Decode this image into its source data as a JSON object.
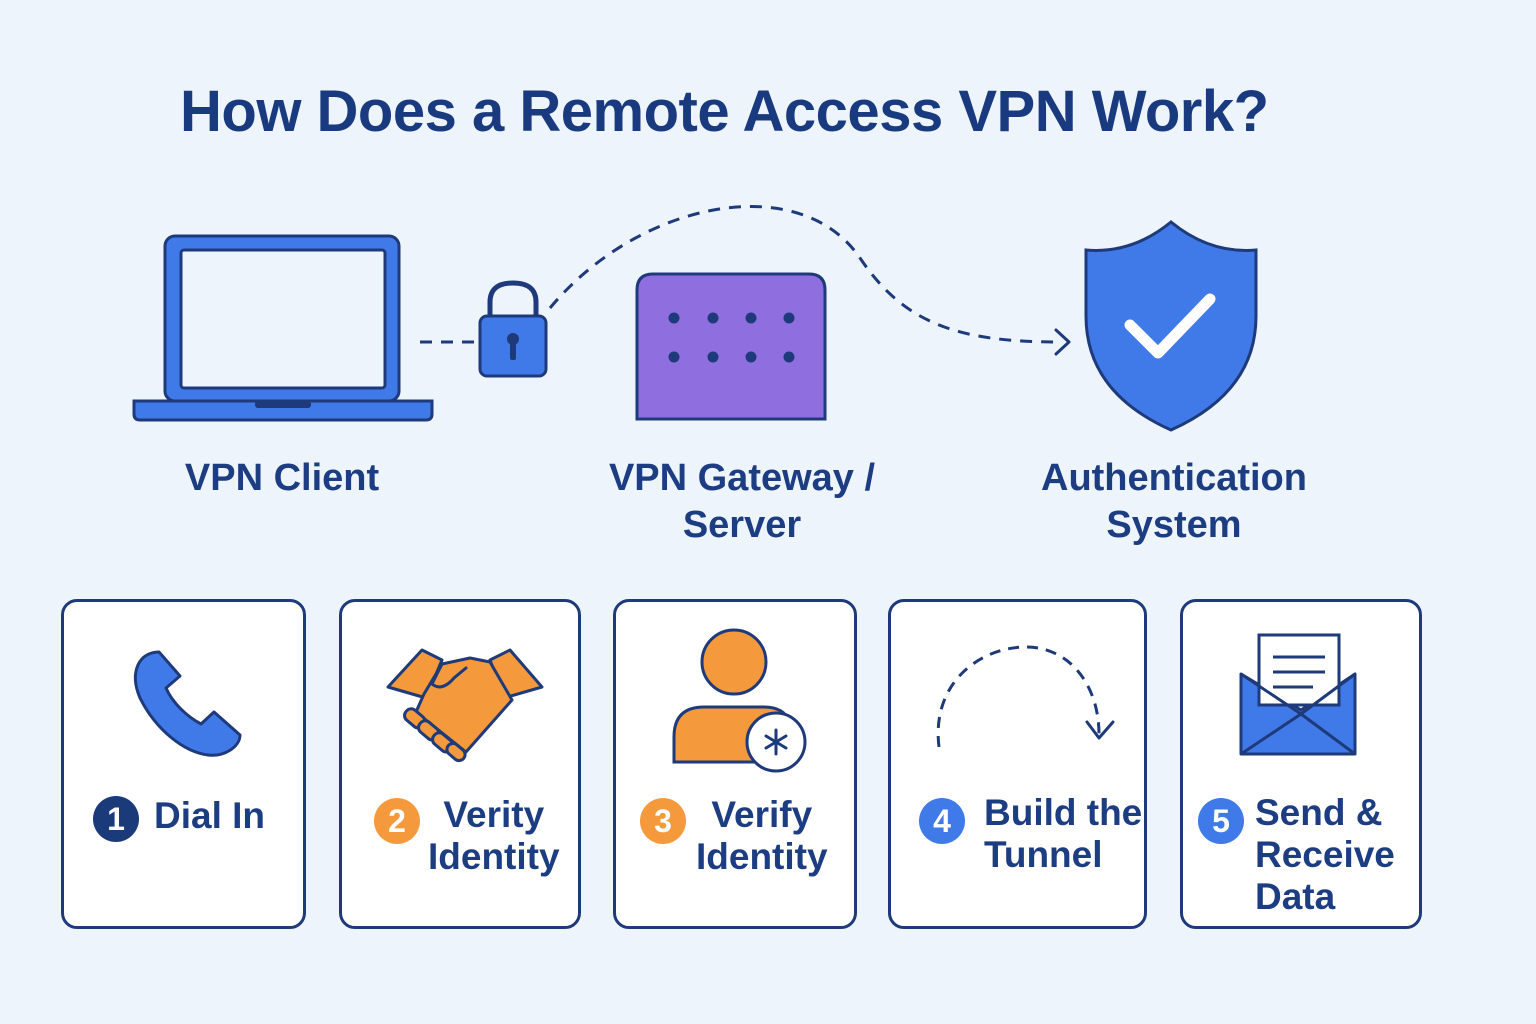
{
  "title": "How Does a Remote Access VPN Work?",
  "components": {
    "client": "VPN Client",
    "gateway": "VPN Gateway /\nServer",
    "auth": "Authentication\nSystem"
  },
  "steps": [
    {
      "number": "1",
      "label": "Dial In",
      "icon": "phone-icon",
      "badge_color": "#1a3a7a"
    },
    {
      "number": "2",
      "label": "Verity\nIdentity",
      "icon": "handshake-icon",
      "badge_color": "#f59a3c"
    },
    {
      "number": "3",
      "label": "Verify\nIdentity",
      "icon": "user-verify-icon",
      "badge_color": "#f59a3c"
    },
    {
      "number": "4",
      "label": "Build the\nTunnel",
      "icon": "curved-arrow-icon",
      "badge_color": "#3f7ae8"
    },
    {
      "number": "5",
      "label": "Send &\nReceive\nData",
      "icon": "envelope-icon",
      "badge_color": "#3f7ae8"
    }
  ],
  "colors": {
    "navy": "#1e3a7a",
    "blue": "#3f7ae8",
    "orange": "#f59a3c",
    "purple": "#8f6ee0",
    "background": "#eef4fc"
  }
}
